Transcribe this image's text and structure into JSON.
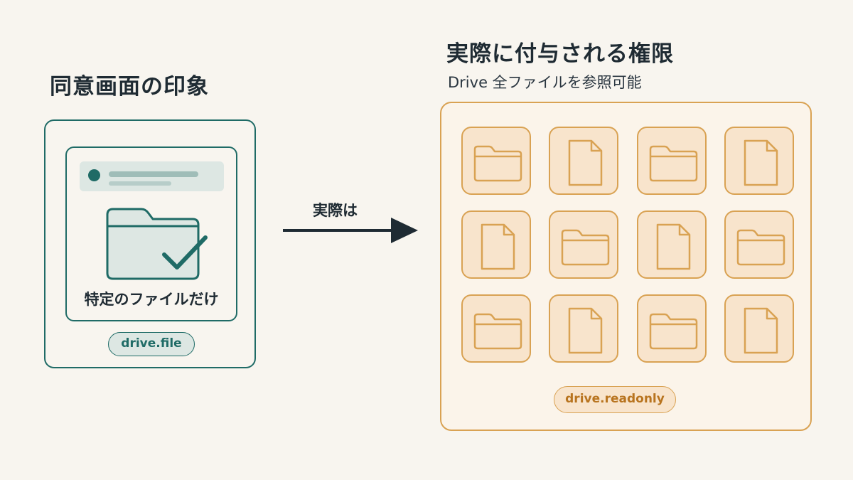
{
  "left": {
    "title": "同意画面の印象",
    "caption": "特定のファイルだけ",
    "scope": "drive.file",
    "accent_color": "#1f6b66"
  },
  "arrow": {
    "label": "実際は"
  },
  "right": {
    "title": "実際に付与される権限",
    "subtitle": "Drive 全ファイルを参照可能",
    "scope": "drive.readonly",
    "accent_color": "#d9a253",
    "grid": [
      [
        "folder",
        "file",
        "folder",
        "file"
      ],
      [
        "file",
        "folder",
        "file",
        "folder"
      ],
      [
        "folder",
        "file",
        "folder",
        "file"
      ]
    ]
  }
}
